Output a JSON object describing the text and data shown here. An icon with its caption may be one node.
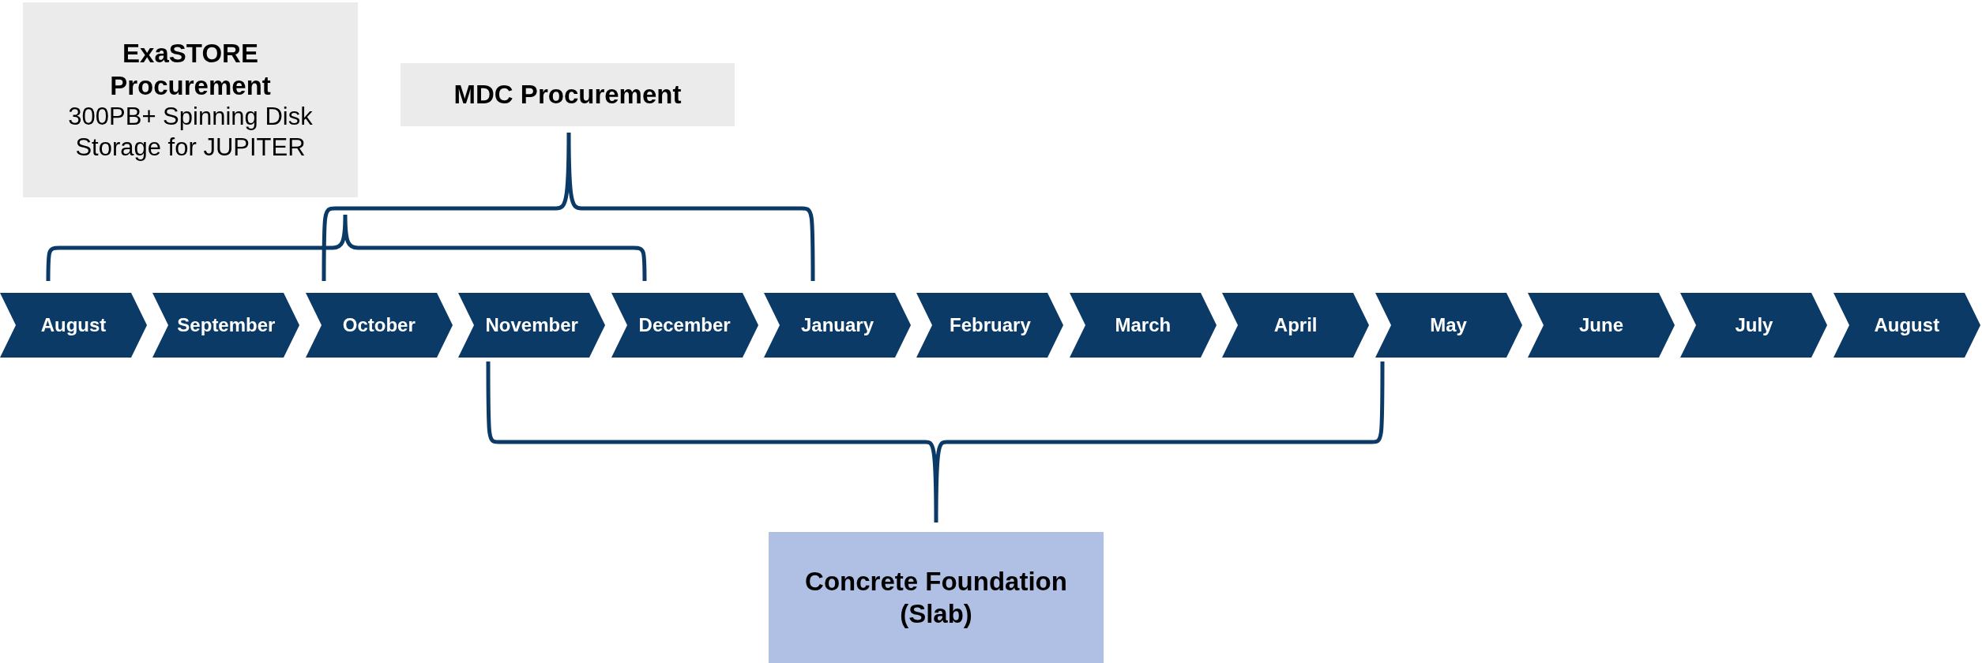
{
  "diagram": {
    "nodes": [
      {
        "text": [
          "ExaSTORE Procurement",
          "300PB+ Spinning Disk Storage for JUPITER"
        ]
      },
      {
        "text": [
          "MDC Procurement"
        ]
      },
      {
        "text": [
          "August"
        ]
      },
      {
        "text": [
          "September"
        ]
      },
      {
        "text": [
          "October"
        ]
      },
      {
        "text": [
          "November"
        ]
      },
      {
        "text": [
          "December"
        ]
      },
      {
        "text": [
          "January"
        ]
      },
      {
        "text": [
          "February"
        ]
      },
      {
        "text": [
          "March"
        ]
      },
      {
        "text": [
          "April"
        ]
      },
      {
        "text": [
          "May"
        ]
      },
      {
        "text": [
          "June"
        ]
      },
      {
        "text": [
          "July"
        ]
      },
      {
        "text": [
          "August"
        ]
      },
      {
        "text": [
          "Concrete Foundation (Slab)"
        ]
      }
    ]
  }
}
